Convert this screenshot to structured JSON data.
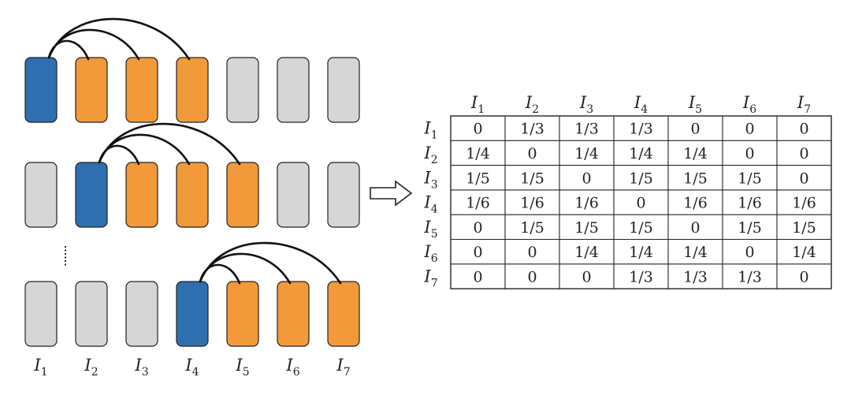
{
  "colors": {
    "source": "#2f6fb0",
    "target": "#f2993a",
    "inactive": "#d6d6d6",
    "outline": "#222222",
    "arc": "#111111"
  },
  "items": [
    {
      "base": "I",
      "sub": "1"
    },
    {
      "base": "I",
      "sub": "2"
    },
    {
      "base": "I",
      "sub": "3"
    },
    {
      "base": "I",
      "sub": "4"
    },
    {
      "base": "I",
      "sub": "5"
    },
    {
      "base": "I",
      "sub": "6"
    },
    {
      "base": "I",
      "sub": "7"
    }
  ],
  "rows": [
    {
      "states": [
        "source",
        "target",
        "target",
        "target",
        "inactive",
        "inactive",
        "inactive"
      ],
      "source": 0,
      "targets": [
        1,
        2,
        3
      ]
    },
    {
      "states": [
        "inactive",
        "source",
        "target",
        "target",
        "target",
        "inactive",
        "inactive"
      ],
      "source": 1,
      "targets": [
        2,
        3,
        4
      ]
    },
    {
      "states": [
        "inactive",
        "inactive",
        "inactive",
        "source",
        "target",
        "target",
        "target"
      ],
      "source": 3,
      "targets": [
        4,
        5,
        6
      ]
    }
  ],
  "ellipsis_icon": "vertical-ellipsis-icon",
  "arrow_icon": "hollow-right-arrow-icon",
  "matrix": [
    [
      "0",
      "1/3",
      "1/3",
      "1/3",
      "0",
      "0",
      "0"
    ],
    [
      "1/4",
      "0",
      "1/4",
      "1/4",
      "1/4",
      "0",
      "0"
    ],
    [
      "1/5",
      "1/5",
      "0",
      "1/5",
      "1/5",
      "1/5",
      "0"
    ],
    [
      "1/6",
      "1/6",
      "1/6",
      "0",
      "1/6",
      "1/6",
      "1/6"
    ],
    [
      "0",
      "1/5",
      "1/5",
      "1/5",
      "0",
      "1/5",
      "1/5"
    ],
    [
      "0",
      "0",
      "1/4",
      "1/4",
      "1/4",
      "0",
      "1/4"
    ],
    [
      "0",
      "0",
      "0",
      "1/3",
      "1/3",
      "1/3",
      "0"
    ]
  ]
}
